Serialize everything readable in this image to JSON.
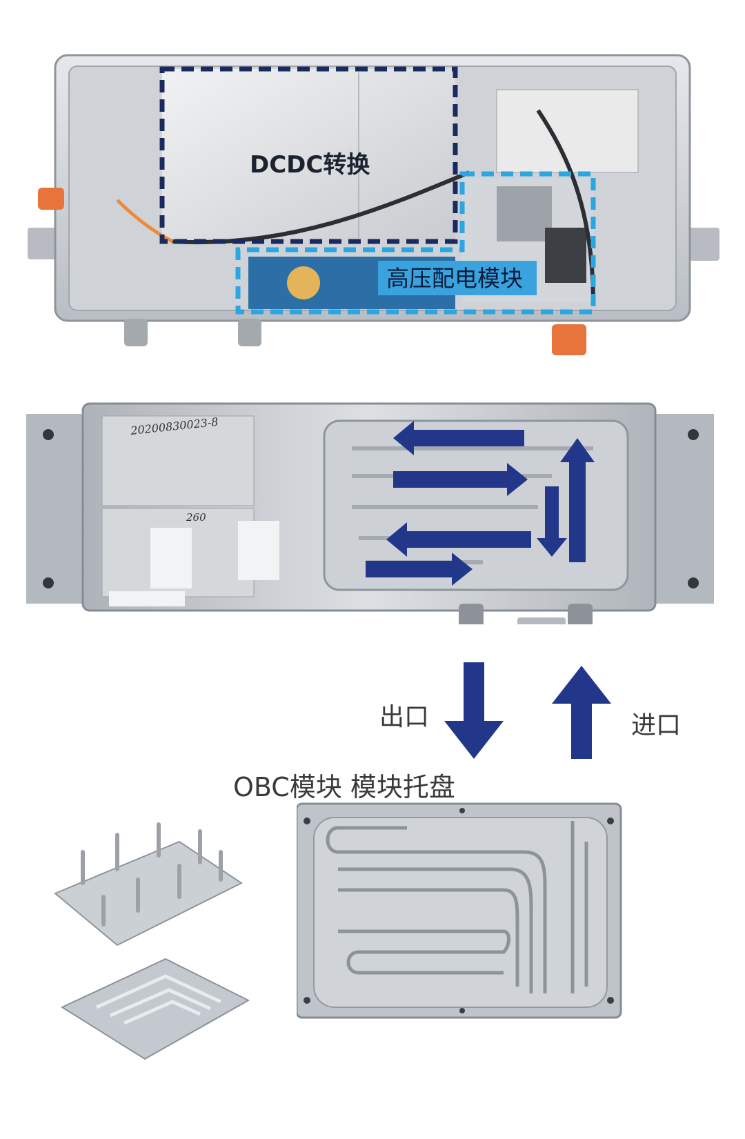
{
  "labels": {
    "dcdc": "DCDC转换",
    "hv_distribution": "高压配电模块",
    "outlet": "出口",
    "inlet": "进口",
    "caption": "OBC模块 模块托盘"
  },
  "handwriting": [
    "20200830023-8",
    "260"
  ],
  "colors": {
    "dcdc_box": "#1b2a5e",
    "hv_box": "#2aa6e0",
    "hv_label_bg": "#3aa3dd",
    "flow_arrow": "#22378a",
    "housing": "#c7cbd0",
    "connector": "#e8743b"
  }
}
